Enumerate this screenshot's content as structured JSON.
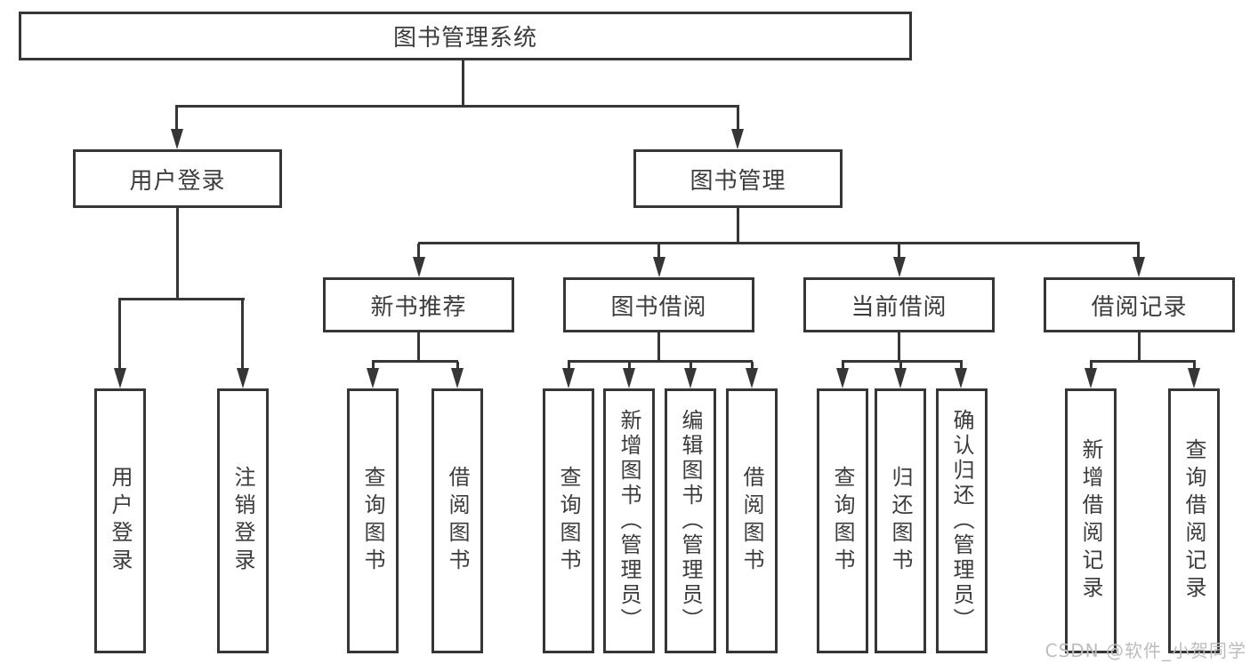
{
  "diagram": {
    "type": "tree",
    "title": "图书管理系统",
    "structure": {
      "root": [
        "user_login",
        "book_mgmt"
      ],
      "user_login": [
        "ul_user_login",
        "ul_logout"
      ],
      "book_mgmt": [
        "new_book_rec",
        "book_borrow",
        "current_borrow",
        "borrow_records"
      ],
      "new_book_rec": [
        "nb_query_book",
        "nb_borrow_book"
      ],
      "book_borrow": [
        "bb_query_book",
        "bb_add_book",
        "bb_edit_book",
        "bb_borrow_book"
      ],
      "current_borrow": [
        "cb_query_book",
        "cb_return_book",
        "cb_confirm_return"
      ],
      "borrow_records": [
        "br_add_record",
        "br_query_record"
      ]
    }
  },
  "nodes": {
    "root": {
      "label": "图书管理系统"
    },
    "user_login": {
      "label": "用户登录"
    },
    "book_mgmt": {
      "label": "图书管理"
    },
    "new_book_rec": {
      "label": "新书推荐"
    },
    "book_borrow": {
      "label": "图书借阅"
    },
    "current_borrow": {
      "label": "当前借阅"
    },
    "borrow_records": {
      "label": "借阅记录"
    },
    "ul_user_login": {
      "label": "用户登录"
    },
    "ul_logout": {
      "label": "注销登录"
    },
    "nb_query_book": {
      "label": "查询图书"
    },
    "nb_borrow_book": {
      "label": "借阅图书"
    },
    "bb_query_book": {
      "label": "查询图书"
    },
    "bb_add_book": {
      "label": "新增图书（管理员）"
    },
    "bb_edit_book": {
      "label": "编辑图书（管理员）"
    },
    "bb_borrow_book": {
      "label": "借阅图书"
    },
    "cb_query_book": {
      "label": "查询图书"
    },
    "cb_return_book": {
      "label": "归还图书"
    },
    "cb_confirm_return": {
      "label": "确认归还（管理员）"
    },
    "br_add_record": {
      "label": "新增借阅记录"
    },
    "br_query_record": {
      "label": "查询借阅记录"
    }
  },
  "watermark": {
    "text": "CSDN @软件_小贺同学"
  },
  "colors": {
    "line": "#363636",
    "text": "#3c3c3c",
    "watermark": "#bdbdbd",
    "background": "#ffffff"
  }
}
